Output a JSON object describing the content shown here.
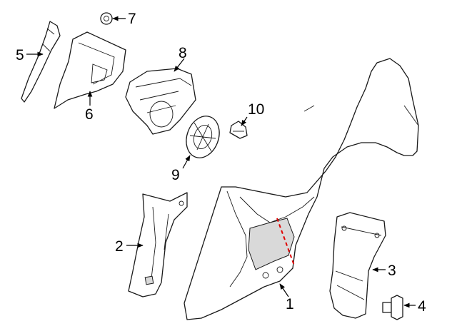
{
  "callouts": [
    {
      "id": "1",
      "label": "1"
    },
    {
      "id": "2",
      "label": "2"
    },
    {
      "id": "3",
      "label": "3"
    },
    {
      "id": "4",
      "label": "4"
    },
    {
      "id": "5",
      "label": "5"
    },
    {
      "id": "6",
      "label": "6"
    },
    {
      "id": "7",
      "label": "7"
    },
    {
      "id": "8",
      "label": "8"
    },
    {
      "id": "9",
      "label": "9"
    },
    {
      "id": "10",
      "label": "10"
    }
  ],
  "colors": {
    "line": "#1a1a1a",
    "cut_line": "#e00000",
    "background": "#ffffff"
  }
}
